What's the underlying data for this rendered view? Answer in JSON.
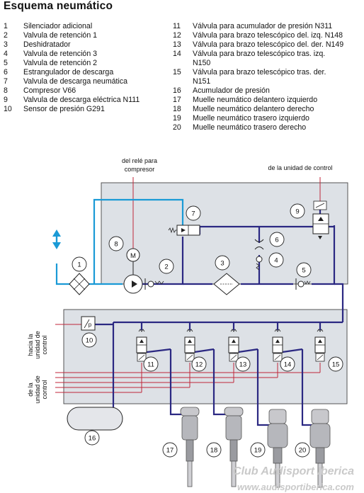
{
  "title": "Esquema neumático",
  "legend_left": [
    {
      "num": "1",
      "text": "Silenciador adicional"
    },
    {
      "num": "2",
      "text": "Valvula de retención 1"
    },
    {
      "num": "3",
      "text": "Deshidratador"
    },
    {
      "num": "4",
      "text": "Valvula de retención 3"
    },
    {
      "num": "5",
      "text": "Valvula de retención 2"
    },
    {
      "num": "6",
      "text": "Estrangulador de descarga"
    },
    {
      "num": "7",
      "text": "Valvula de descarga neumática"
    },
    {
      "num": "8",
      "text": "Compresor V66"
    },
    {
      "num": "9",
      "text": "Valvula de descarga eléctrica N111"
    },
    {
      "num": "10",
      "text": "Sensor de presión G291"
    }
  ],
  "legend_right": [
    {
      "num": "11",
      "text": "Válvula para acumulador de presión N311"
    },
    {
      "num": "12",
      "text": "Válvula para brazo telescópico del. izq. N148"
    },
    {
      "num": "13",
      "text": "Válvula para brazo telescópico del. der. N149"
    },
    {
      "num": "14",
      "text": "Válvula para brazo telescópico tras. izq."
    },
    {
      "num": "",
      "text": "N150"
    },
    {
      "num": "15",
      "text": "Válvula para brazo telescópico tras. der."
    },
    {
      "num": "",
      "text": "N151"
    },
    {
      "num": "16",
      "text": "Acumulador de presión"
    },
    {
      "num": "17",
      "text": "Muelle neumático delantero izquierdo"
    },
    {
      "num": "18",
      "text": "Muelle neumático delantero derecho"
    },
    {
      "num": "19",
      "text": "Muelle neumático trasero izquierdo"
    },
    {
      "num": "20",
      "text": "Muelle neumático trasero derecho"
    }
  ],
  "diagram": {
    "rele_label_1": "del relé para",
    "rele_label_2": "compresor",
    "unidad_control_top": "de la unidad de control",
    "hacia_1": "hacia la",
    "hacia_2": "unidad de",
    "hacia_3": "control",
    "dela_1": "de la",
    "dela_2": "unidad de",
    "dela_3": "control",
    "components": [
      "1",
      "2",
      "3",
      "4",
      "5",
      "6",
      "7",
      "8",
      "9",
      "10",
      "11",
      "12",
      "13",
      "14",
      "15",
      "16",
      "17",
      "18",
      "19",
      "20"
    ],
    "compressor_symbol": "M",
    "sensor_symbol": "p"
  },
  "watermark": {
    "line1": "Club Audisport Iberica",
    "line2": "www.audisportiberica.com"
  },
  "colors": {
    "cyan_line": "#1a9ad6",
    "navy_line": "#2b2882",
    "red_line": "#c0263a",
    "box_fill": "#dde1e6"
  }
}
